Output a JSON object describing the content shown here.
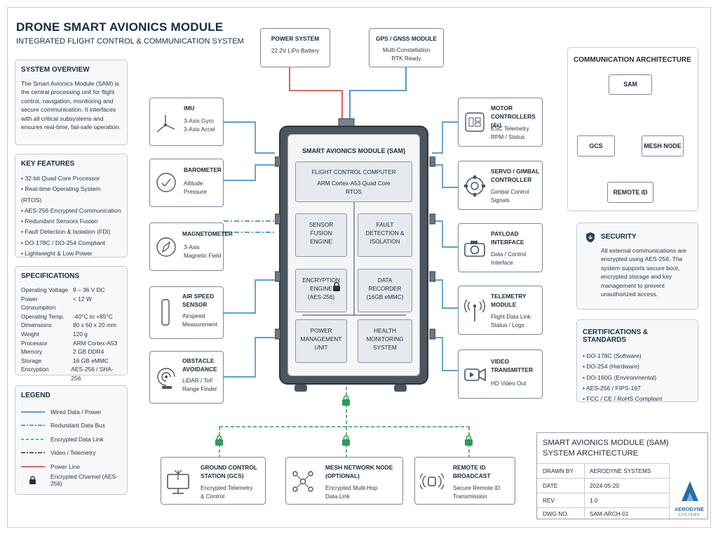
{
  "header": {
    "title": "DRONE SMART AVIONICS MODULE",
    "subtitle": "INTEGRATED FLIGHT CONTROL & COMMUNICATION SYSTEM"
  },
  "overview": {
    "title": "SYSTEM OVERVIEW",
    "lines": [
      "The Smart Avionics Module (SAM) is",
      "the central processing unit for flight",
      "control, navigation, monitoring and",
      "secure communication. It interfaces",
      "with all critical subsystems and",
      "ensures real-time, fail-safe operation."
    ]
  },
  "features": {
    "title": "KEY FEATURES",
    "items": [
      "32-bit Quad Core Processor",
      "Real-time Operating System (RTOS)",
      "AES-256 Encrypted Communication",
      "Redundant Sensors Fusion",
      "Fault Detection & Isolation (FDI)",
      "DO-178C / DO-254 Compliant",
      "Lightweight & Low Power"
    ]
  },
  "specs": {
    "title": "SPECIFICATIONS",
    "rows": [
      {
        "k": "Operating Voltage",
        "v": "9 – 36 V DC"
      },
      {
        "k": "Power Consumption",
        "v": "< 12 W"
      },
      {
        "k": "Operating Temp.",
        "v": "-40°C to +85°C"
      },
      {
        "k": "Dimensions",
        "v": "80 x 60 x 20 mm"
      },
      {
        "k": "Weight",
        "v": "120 g"
      },
      {
        "k": "Processor",
        "v": "ARM Cortex-A53"
      },
      {
        "k": "Memory",
        "v": "2 GB DDR4"
      },
      {
        "k": "Storage",
        "v": "16 GB eMMC"
      },
      {
        "k": "Encryption",
        "v": "AES-256 / SHA-256"
      }
    ]
  },
  "legend": {
    "title": "LEGEND",
    "items": [
      {
        "label": "Wired Data / Power",
        "color": "#2f7fc0",
        "style": "solid"
      },
      {
        "label": "Redundant Data Bus",
        "color": "#2f7fc0",
        "style": "dashdot"
      },
      {
        "label": "Encrypted Data Link",
        "color": "#2e9a5e",
        "style": "dashed"
      },
      {
        "label": "Video / Telemetry",
        "color": "#2a2f35",
        "style": "dashdot"
      },
      {
        "label": "Power Line",
        "color": "#d93a2f",
        "style": "solid"
      },
      {
        "label": "Encrypted Channel (AES-256)",
        "color": "#2a2f35",
        "style": "lock"
      }
    ]
  },
  "top": {
    "power": {
      "title": "POWER SYSTEM",
      "sub": "22.2V LiPo Battery"
    },
    "gps": {
      "title": "GPS / GNSS MODULE",
      "sub1": "Multi-Constellation",
      "sub2": "RTK Ready"
    }
  },
  "left_modules": [
    {
      "title": "IMU",
      "sub1": "3-Axis Gyro",
      "sub2": "3-Axis Accel",
      "icon": "axes-icon"
    },
    {
      "title": "BAROMETER",
      "sub1": "Altitude",
      "sub2": "Pressure",
      "icon": "gauge-icon"
    },
    {
      "title": "MAGNETOMETER",
      "sub1": "3-Axis",
      "sub2": "Magnetic Field",
      "icon": "compass-icon"
    },
    {
      "title": "AIR SPEED",
      "title2": "SENSOR",
      "sub1": "Airspeed",
      "sub2": "Measurement",
      "icon": "pitot-tube-icon"
    },
    {
      "title": "OBSTACLE",
      "title2": "AVOIDANCE",
      "sub1": "LiDAR / ToF",
      "sub2": "Range Finder",
      "icon": "radar-icon"
    }
  ],
  "right_modules": [
    {
      "title": "MOTOR",
      "title2": "CONTROLLERS (4x)",
      "sub1": "ESC Telemetry",
      "sub2": "RPM / Status",
      "icon": "esc-icon"
    },
    {
      "title": "SERVO / GIMBAL",
      "title2": "CONTROLLER",
      "sub1": "Gimbal Control",
      "sub2": "Signals",
      "icon": "gimbal-icon"
    },
    {
      "title": "PAYLOAD",
      "title2": "INTERFACE",
      "sub1": "Data / Control",
      "sub2": "Interface",
      "icon": "camera-icon"
    },
    {
      "title": "TELEMETRY",
      "title2": "MODULE",
      "sub1": "Flight Data Link",
      "sub2": "Status / Logs",
      "icon": "antenna-icon"
    },
    {
      "title": "VIDEO",
      "title2": "TRANSMITTER",
      "sub1": "HD Video Out",
      "sub2": "",
      "icon": "video-camera-icon"
    }
  ],
  "sam": {
    "title": "SMART AVIONICS MODULE (SAM)",
    "fcc": {
      "t1": "FLIGHT CONTROL COMPUTER",
      "t2": "ARM Cortex-A53 Quad Core",
      "t3": "RTOS"
    },
    "blocks": [
      {
        "l1": "SENSOR",
        "l2": "FUSION",
        "l3": "ENGINE"
      },
      {
        "l1": "FAULT",
        "l2": "DETECTION &",
        "l3": "ISOLATION"
      },
      {
        "l1": "ENCRYPTION",
        "l2": "ENGINE",
        "l3": "(AES-256)"
      },
      {
        "l1": "DATA",
        "l2": "RECORDER",
        "l3": "(16GB eMMC)"
      },
      {
        "l1": "POWER",
        "l2": "MANAGEMENT",
        "l3": "UNIT"
      },
      {
        "l1": "HEALTH",
        "l2": "MONITORING",
        "l3": "SYSTEM"
      }
    ]
  },
  "bottom_modules": [
    {
      "title": "GROUND CONTROL",
      "title2": "STATION (GCS)",
      "sub1": "Encrypted Telemetry",
      "sub2": "& Control",
      "icon": "monitor-icon"
    },
    {
      "title": "MESH NETWORK NODE",
      "title2": "(OPTIONAL)",
      "sub1": "Encrypted Multi-Hop",
      "sub2": "Data Link",
      "icon": "mesh-icon"
    },
    {
      "title": "REMOTE ID",
      "title2": "BROADCAST",
      "sub1": "Secure Remote ID",
      "sub2": "Transmission",
      "icon": "broadcast-icon"
    }
  ],
  "comm": {
    "title": "COMMUNICATION ARCHITECTURE",
    "nodes": {
      "sam": "SAM",
      "gcs": "GCS",
      "mesh": "MESH NODE",
      "rid": "REMOTE ID"
    }
  },
  "security": {
    "title": "SECURITY",
    "lines": [
      "All external communications are",
      "encrypted using AES-256. The",
      "system supports secure boot,",
      "encrypted storage and key",
      "management to prevent",
      "unauthorized access."
    ]
  },
  "certs": {
    "title": "CERTIFICATIONS & STANDARDS",
    "items": [
      "DO-178C (Software)",
      "DO-254 (Hardware)",
      "DO-160G (Environmental)",
      "AES-256 / FIPS-197",
      "FCC / CE / RoHS Compliant"
    ]
  },
  "title_block": {
    "h1": "SMART AVIONICS MODULE (SAM)",
    "h2": "SYSTEM ARCHITECTURE",
    "rows": [
      {
        "k": "DRAWN BY",
        "v": "AERODYNE SYSTEMS"
      },
      {
        "k": "DATE",
        "v": "2024-05-20"
      },
      {
        "k": "REV",
        "v": "1.0"
      },
      {
        "k": "DWG NO.",
        "v": "SAM-ARCH-01"
      }
    ],
    "logo": "AERODYNE",
    "logo_sub": "SYSTEMS"
  },
  "colors": {
    "wired": "#2f7fc0",
    "encrypted": "#2e9a5e",
    "power": "#d93a2f",
    "module_body": "#4c545d"
  }
}
